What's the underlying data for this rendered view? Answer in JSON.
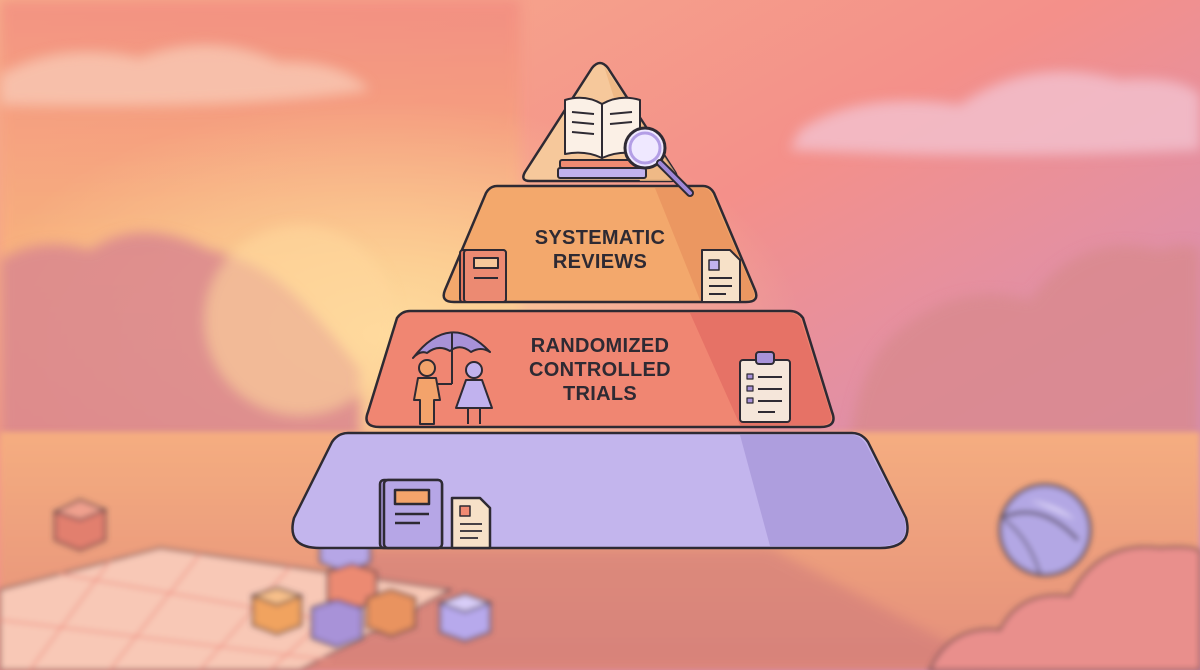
{
  "pyramid": {
    "tiers": [
      {
        "id": "top",
        "lines": [],
        "icons": [
          "open-book-icon",
          "magnifying-glass-icon"
        ]
      },
      {
        "id": "second",
        "lines": [
          "SYSTEMATIC",
          "REVIEWS"
        ],
        "icons": [
          "notebook-icon",
          "document-icon"
        ]
      },
      {
        "id": "third",
        "lines": [
          "RANDOMIZED",
          "CONTROLLED",
          "TRIALS"
        ],
        "icons": [
          "people-umbrella-icon",
          "clipboard-icon"
        ]
      },
      {
        "id": "base",
        "lines": [],
        "icons": [
          "notebook-icon",
          "document-icon"
        ]
      }
    ]
  },
  "colors": {
    "sky_top": "#c595cf",
    "sky_mid": "#f59a8a",
    "sky_low": "#f8b47c",
    "ground": "#f2a37a",
    "tier_top": "#f6c89b",
    "tier_second": "#f2a66b",
    "tier_third": "#f08472",
    "tier_base": "#c4b6ee",
    "outline": "#2e2a33"
  }
}
